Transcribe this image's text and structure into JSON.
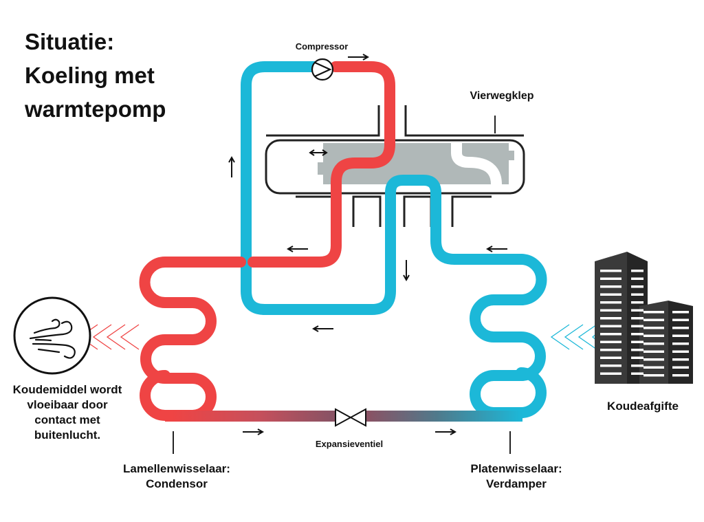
{
  "title": {
    "line1": "Situatie:",
    "line2": "Koeling met",
    "line3": "warmtepomp"
  },
  "labels": {
    "compressor": "Compressor",
    "four_way_valve": "Vierwegklep",
    "expansion_valve": "Expansieventiel",
    "condenser_line1": "Lamellenwisselaar:",
    "condenser_line2": "Condensor",
    "evaporator_line1": "Platenwisselaar:",
    "evaporator_line2": "Verdamper",
    "outdoor_note_line1": "Koudemiddel wordt",
    "outdoor_note_line2": "vloeibaar door",
    "outdoor_note_line3": "contact met",
    "outdoor_note_line4": "buitenlucht.",
    "building": "Koudeafgifte"
  },
  "icons": {
    "outdoor": "wind-icon",
    "building": "building-icon",
    "compressor": "compressor-icon",
    "valve": "expansion-valve-icon"
  },
  "colors": {
    "hot": "#ef4444",
    "cold": "#1cb8d8",
    "valve_body": "#b0b8b8",
    "text": "#111111",
    "building": "#3a3a3a"
  }
}
